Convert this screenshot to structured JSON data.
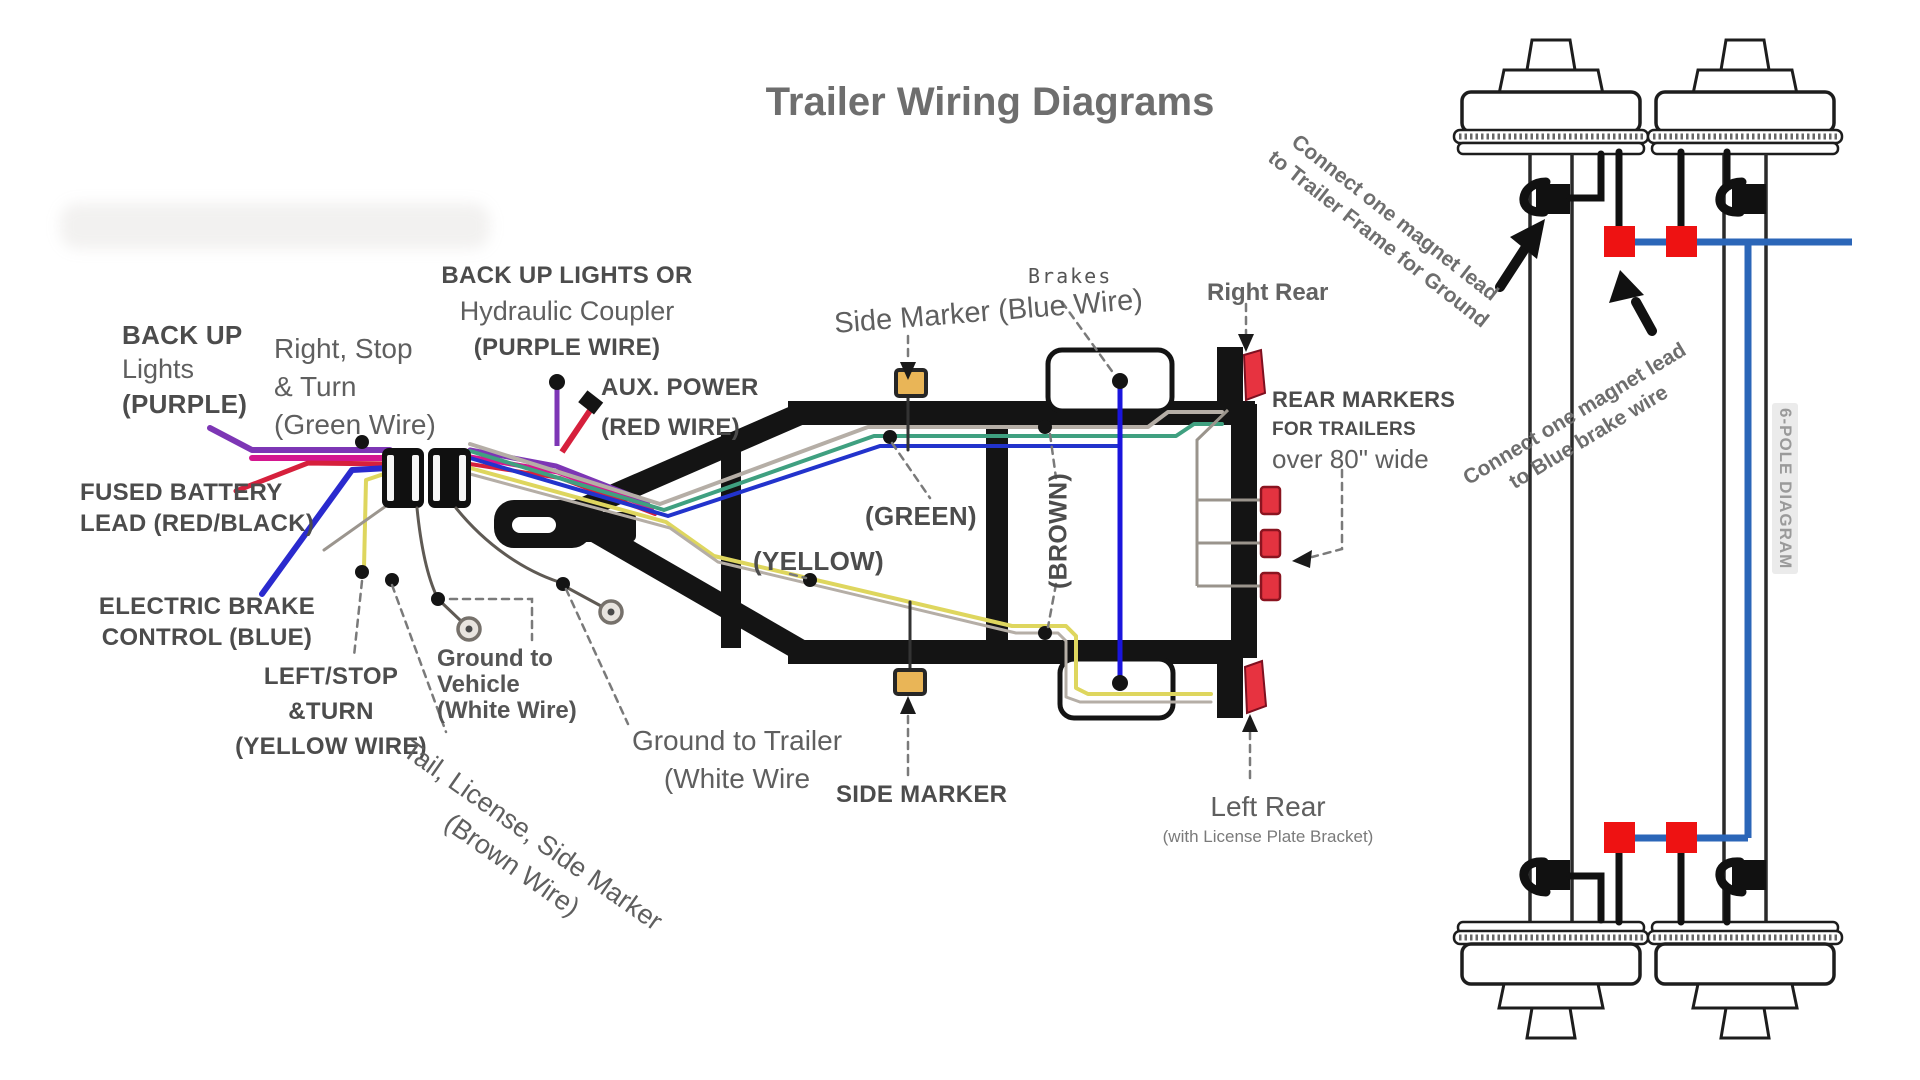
{
  "title": "Trailer Wiring Diagrams",
  "colors": {
    "purple_wire": "#7d36b5",
    "magenta_wire": "#d4178f",
    "red_wire": "#d6203c",
    "blue_wire": "#2233cc",
    "brake_blue_wire": "#1a15dd",
    "crossover_blue": "#2b66b8",
    "yellow_wire": "#ded65e",
    "green_wire": "#3fa080",
    "white_wire_gray": "#b5aea6",
    "frame_black": "#141414",
    "marker_amber": "#e9b557",
    "light_red": "#e73340",
    "magnet_square_red": "#ee1212",
    "label_dark": "#4c4c4c",
    "label_gray": "#5f5f5f",
    "title_gray": "#6e6e6e"
  },
  "labels": {
    "backup_left": {
      "l1": "BACK UP",
      "l2": "Lights",
      "l3": "(PURPLE)"
    },
    "right_stop_turn": {
      "l1": "Right, Stop",
      "l2": "& Turn",
      "l3": "(Green Wire)"
    },
    "backup_or": {
      "l1": "BACK UP LIGHTS OR",
      "l2": "Hydraulic Coupler",
      "l3": "(PURPLE WIRE)"
    },
    "aux_power": {
      "l1": "AUX. POWER",
      "l2": "(RED WIRE)"
    },
    "fused_battery": {
      "l1": "FUSED BATTERY",
      "l2": "LEAD (RED/BLACK)"
    },
    "electric_brake": {
      "l1": "ELECTRIC BRAKE",
      "l2": "CONTROL (BLUE)"
    },
    "left_stop_turn": {
      "l1": "LEFT/STOP",
      "l2": "&TURN",
      "l3": "(YELLOW WIRE)"
    },
    "tail_license": {
      "l1": "Tail, License, Side Marker",
      "l2": "(Brown Wire)"
    },
    "ground_vehicle": {
      "l1": "Ground to",
      "l2": "Vehicle",
      "l3": "(White Wire)"
    },
    "ground_trailer": {
      "l1": "Ground to Trailer",
      "l2": "(White Wire"
    },
    "side_marker_top": "Side Marker (Blue Wire)",
    "brakes": "Brakes",
    "right_rear": "Right Rear",
    "rear_markers": {
      "l1": "REAR MARKERS",
      "l2": "FOR TRAILERS",
      "l3": "over 80\" wide"
    },
    "green": "(GREEN)",
    "yellow": "(YELLOW)",
    "brown": "(BROWN)",
    "side_marker_bottom": "SIDE MARKER",
    "left_rear": {
      "l1": "Left Rear",
      "l2": "(with License Plate Bracket)"
    },
    "magnet_ground": {
      "l1": "Connect one magnet lead",
      "l2": "to Trailer Frame for Ground"
    },
    "magnet_brake": {
      "l1": "Connect one magnet lead",
      "l2": "to Blue brake wire"
    },
    "six_pole": "6-POLE DIAGRAM"
  }
}
